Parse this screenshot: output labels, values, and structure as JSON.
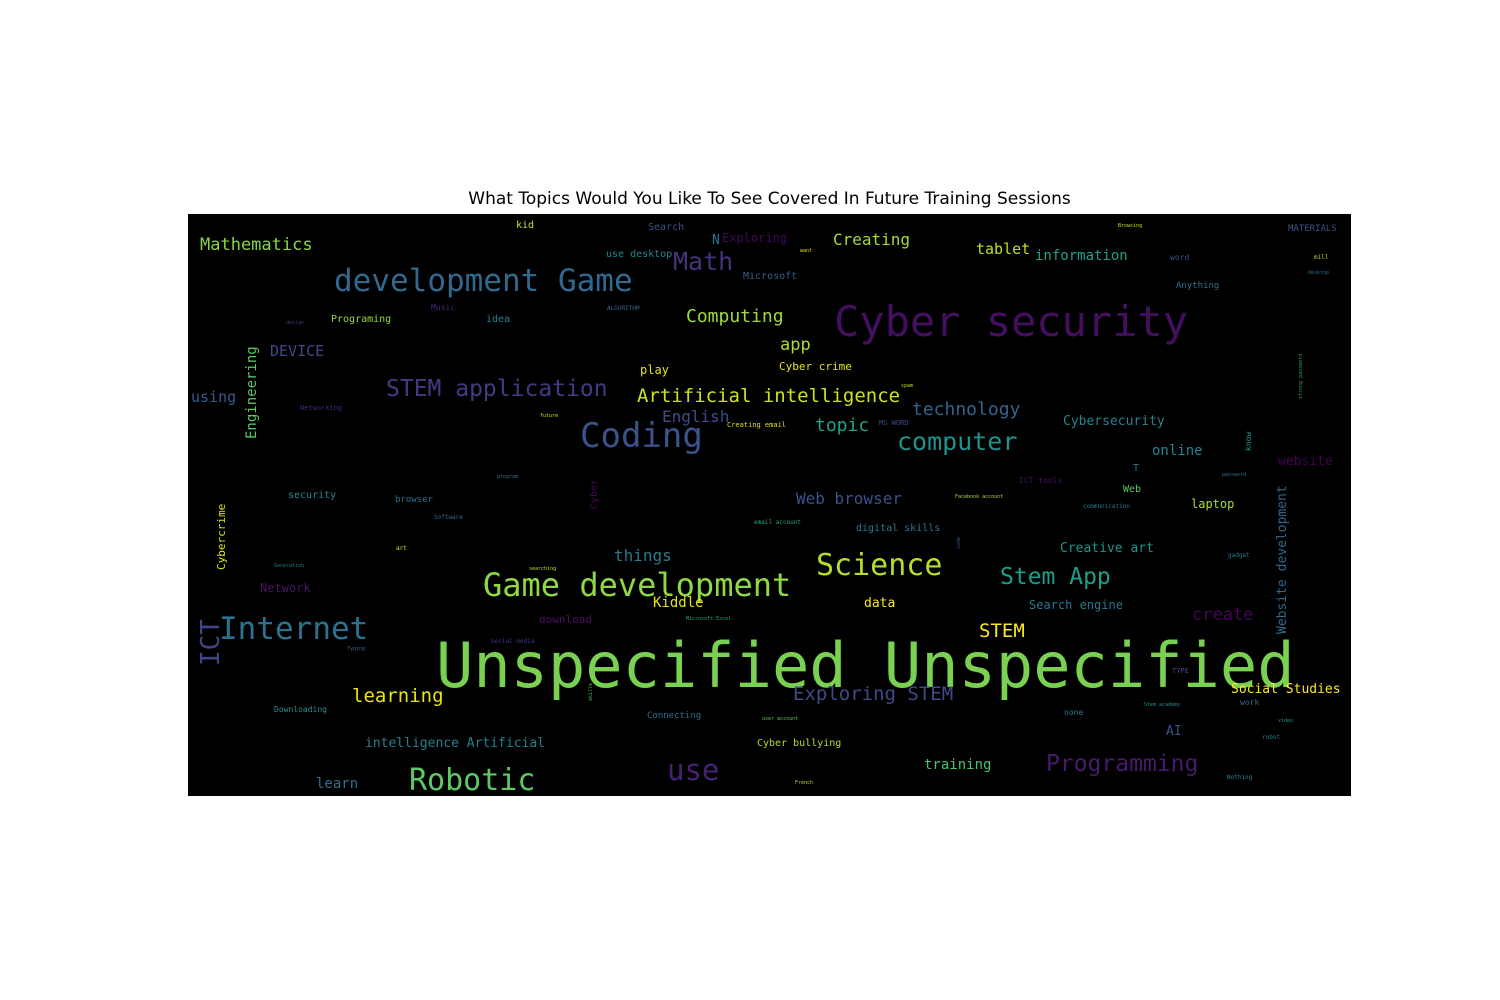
{
  "chart_data": {
    "type": "wordcloud",
    "title": "What Topics Would You Like To See Covered In Future Training Sessions",
    "background": "#000000",
    "colormap": "viridis",
    "words": [
      {
        "text": "Unspecified Unspecified",
        "weight": 1.0,
        "color": "#7ad151"
      },
      {
        "text": "Cyber security",
        "weight": 0.56,
        "color": "#440f5e"
      },
      {
        "text": "Coding",
        "weight": 0.47,
        "color": "#3b528b"
      },
      {
        "text": "Game development",
        "weight": 0.45,
        "color": "#8fd744"
      },
      {
        "text": "development Game",
        "weight": 0.44,
        "color": "#31688e"
      },
      {
        "text": "Internet",
        "weight": 0.44,
        "color": "#2c728e"
      },
      {
        "text": "Robotic",
        "weight": 0.42,
        "color": "#5ec962"
      },
      {
        "text": "Science",
        "weight": 0.42,
        "color": "#b5de2b"
      },
      {
        "text": "use",
        "weight": 0.4,
        "color": "#482173"
      },
      {
        "text": "ICT",
        "weight": 0.39,
        "color": "#414487"
      },
      {
        "text": "Math",
        "weight": 0.36,
        "color": "#46327e"
      },
      {
        "text": "computer",
        "weight": 0.35,
        "color": "#21918c"
      },
      {
        "text": "Stem App",
        "weight": 0.33,
        "color": "#1f9e89"
      },
      {
        "text": "Programming",
        "weight": 0.33,
        "color": "#481a6c"
      },
      {
        "text": "STEM application",
        "weight": 0.32,
        "color": "#443983"
      },
      {
        "text": "Artificial intelligence",
        "weight": 0.27,
        "color": "#d0e11c"
      },
      {
        "text": "Exploring STEM",
        "weight": 0.26,
        "color": "#3e4a89"
      },
      {
        "text": "learning",
        "weight": 0.26,
        "color": "#e7e419"
      },
      {
        "text": "STEM",
        "weight": 0.26,
        "color": "#fde725"
      },
      {
        "text": "Computing",
        "weight": 0.25,
        "color": "#a0da39"
      },
      {
        "text": "technology",
        "weight": 0.25,
        "color": "#33638d"
      },
      {
        "text": "topic",
        "weight": 0.25,
        "color": "#20a386"
      },
      {
        "text": "create",
        "weight": 0.24,
        "color": "#450559"
      },
      {
        "text": "Web browser",
        "weight": 0.23,
        "color": "#3b528b"
      },
      {
        "text": "app",
        "weight": 0.23,
        "color": "#addc30"
      },
      {
        "text": "Mathematics",
        "weight": 0.23,
        "color": "#86d549"
      },
      {
        "text": "things",
        "weight": 0.22,
        "color": "#2a788e"
      },
      {
        "text": "English",
        "weight": 0.22,
        "color": "#3e4c8a"
      },
      {
        "text": "Creating",
        "weight": 0.21,
        "color": "#a5db36"
      },
      {
        "text": "DEVICE",
        "weight": 0.21,
        "color": "#3f4788"
      },
      {
        "text": "tablet",
        "weight": 0.21,
        "color": "#c2df23"
      },
      {
        "text": "using",
        "weight": 0.21,
        "color": "#365c8d"
      },
      {
        "text": "Kiddle",
        "weight": 0.19,
        "color": "#e5e419"
      },
      {
        "text": "training",
        "weight": 0.19,
        "color": "#4ac16d"
      },
      {
        "text": "learn",
        "weight": 0.19,
        "color": "#2d708e"
      },
      {
        "text": "online",
        "weight": 0.19,
        "color": "#25848e"
      },
      {
        "text": "information",
        "weight": 0.18,
        "color": "#1fa187"
      },
      {
        "text": "Engineering",
        "weight": 0.18,
        "color": "#5cc863"
      },
      {
        "text": "Social Studies",
        "weight": 0.17,
        "color": "#fde725"
      },
      {
        "text": "Cybersecurity",
        "weight": 0.17,
        "color": "#26828e"
      },
      {
        "text": "AI",
        "weight": 0.17,
        "color": "#3b518b"
      },
      {
        "text": "website",
        "weight": 0.16,
        "color": "#440154"
      },
      {
        "text": "data",
        "weight": 0.16,
        "color": "#fde725"
      },
      {
        "text": "Creative art",
        "weight": 0.16,
        "color": "#1f948c"
      },
      {
        "text": "intelligence Artificial",
        "weight": 0.16,
        "color": "#277f8e"
      },
      {
        "text": "Website development",
        "weight": 0.16,
        "color": "#31688e"
      },
      {
        "text": "Search engine",
        "weight": 0.15,
        "color": "#2a778e"
      },
      {
        "text": "Network",
        "weight": 0.15,
        "color": "#481467"
      },
      {
        "text": "laptop",
        "weight": 0.15,
        "color": "#a8db34"
      },
      {
        "text": "Exploring",
        "weight": 0.15,
        "color": "#46085c"
      },
      {
        "text": "N",
        "weight": 0.15,
        "color": "#2c728e"
      },
      {
        "text": "play",
        "weight": 0.15,
        "color": "#e2e418"
      },
      {
        "text": "Cyber crime",
        "weight": 0.14,
        "color": "#e5e419"
      },
      {
        "text": "download",
        "weight": 0.14,
        "color": "#471063"
      },
      {
        "text": "Cybercrime",
        "weight": 0.14,
        "color": "#d8e219"
      },
      {
        "text": "Cyber bullying",
        "weight": 0.13,
        "color": "#b5de2b"
      },
      {
        "text": "digital skills",
        "weight": 0.13,
        "color": "#2a788e"
      },
      {
        "text": "security",
        "weight": 0.12,
        "color": "#238a8d"
      },
      {
        "text": "Programing",
        "weight": 0.12,
        "color": "#95d840"
      },
      {
        "text": "use desktop",
        "weight": 0.12,
        "color": "#25848e"
      },
      {
        "text": "Microsoft",
        "weight": 0.12,
        "color": "#33638d"
      },
      {
        "text": "Search",
        "weight": 0.12,
        "color": "#3b528b"
      },
      {
        "text": "kid",
        "weight": 0.12,
        "color": "#c8e020"
      },
      {
        "text": "idea",
        "weight": 0.12,
        "color": "#27808e"
      },
      {
        "text": "Cyber",
        "weight": 0.12,
        "color": "#46085c"
      },
      {
        "text": "T",
        "weight": 0.12,
        "color": "#2c728e"
      },
      {
        "text": "Web",
        "weight": 0.12,
        "color": "#5ec962"
      },
      {
        "text": "Anything",
        "weight": 0.11,
        "color": "#2d708e"
      },
      {
        "text": "Connecting",
        "weight": 0.11,
        "color": "#2d708e"
      },
      {
        "text": "browser",
        "weight": 0.11,
        "color": "#2c728e"
      },
      {
        "text": "Music",
        "weight": 0.11,
        "color": "#482677"
      },
      {
        "text": "Downloading",
        "weight": 0.1,
        "color": "#20928c"
      },
      {
        "text": "ICT tools",
        "weight": 0.1,
        "color": "#471063"
      },
      {
        "text": "MATERIALS",
        "weight": 0.1,
        "color": "#3b528b"
      },
      {
        "text": "word",
        "weight": 0.1,
        "color": "#39568c"
      },
      {
        "text": "know",
        "weight": 0.1,
        "color": "#20938c"
      },
      {
        "text": "none",
        "weight": 0.1,
        "color": "#2a788e"
      },
      {
        "text": "work",
        "weight": 0.1,
        "color": "#2c728e"
      },
      {
        "text": "TYPE",
        "weight": 0.09,
        "color": "#3f4788"
      },
      {
        "text": "Networking",
        "weight": 0.08,
        "color": "#482576"
      },
      {
        "text": "Creating email",
        "weight": 0.08,
        "color": "#dde318"
      },
      {
        "text": "MS WORD",
        "weight": 0.08,
        "color": "#3e4a89"
      },
      {
        "text": "ALGORITHM",
        "weight": 0.08,
        "color": "#33638d"
      },
      {
        "text": "email account",
        "weight": 0.08,
        "color": "#22a785"
      },
      {
        "text": "Software",
        "weight": 0.08,
        "color": "#31688e"
      },
      {
        "text": "communication",
        "weight": 0.08,
        "color": "#2a788e"
      },
      {
        "text": "Social media",
        "weight": 0.08,
        "color": "#453781"
      },
      {
        "text": "robot",
        "weight": 0.08,
        "color": "#2a788e"
      },
      {
        "text": "Nothing",
        "weight": 0.08,
        "color": "#26828e"
      },
      {
        "text": "user account",
        "weight": 0.08,
        "color": "#5ec962"
      },
      {
        "text": "Facebook account",
        "weight": 0.07,
        "color": "#a8db34"
      },
      {
        "text": "Microsoft Excel",
        "weight": 0.07,
        "color": "#1fa187"
      },
      {
        "text": "design",
        "weight": 0.07,
        "color": "#453781"
      },
      {
        "text": "future",
        "weight": 0.07,
        "color": "#d8e219"
      },
      {
        "text": "Browsing",
        "weight": 0.07,
        "color": "#c8e020"
      },
      {
        "text": "password",
        "weight": 0.07,
        "color": "#2c728e"
      },
      {
        "text": "gadget",
        "weight": 0.07,
        "color": "#2a788e"
      },
      {
        "text": "video",
        "weight": 0.07,
        "color": "#20928c"
      },
      {
        "text": "mill",
        "weight": 0.07,
        "color": "#b5de2b"
      },
      {
        "text": "desktop",
        "weight": 0.07,
        "color": "#2d708e"
      },
      {
        "text": "Stem academy",
        "weight": 0.07,
        "color": "#20928c"
      },
      {
        "text": "searching",
        "weight": 0.07,
        "color": "#c2df23"
      },
      {
        "text": "Generation",
        "weight": 0.07,
        "color": "#2c728e"
      },
      {
        "text": "Typing",
        "weight": 0.07,
        "color": "#2d708e"
      },
      {
        "text": "art",
        "weight": 0.07,
        "color": "#dde318"
      },
      {
        "text": "strong password",
        "weight": 0.07,
        "color": "#1f9e89"
      },
      {
        "text": "program",
        "weight": 0.07,
        "color": "#2c728e"
      },
      {
        "text": "French",
        "weight": 0.07,
        "color": "#b5de2b"
      },
      {
        "text": "skills",
        "weight": 0.07,
        "color": "#5ec962"
      },
      {
        "text": "code",
        "weight": 0.07,
        "color": "#39568c"
      },
      {
        "text": "spam",
        "weight": 0.07,
        "color": "#b5de2b"
      },
      {
        "text": "want",
        "weight": 0.07,
        "color": "#e2e418"
      }
    ]
  }
}
